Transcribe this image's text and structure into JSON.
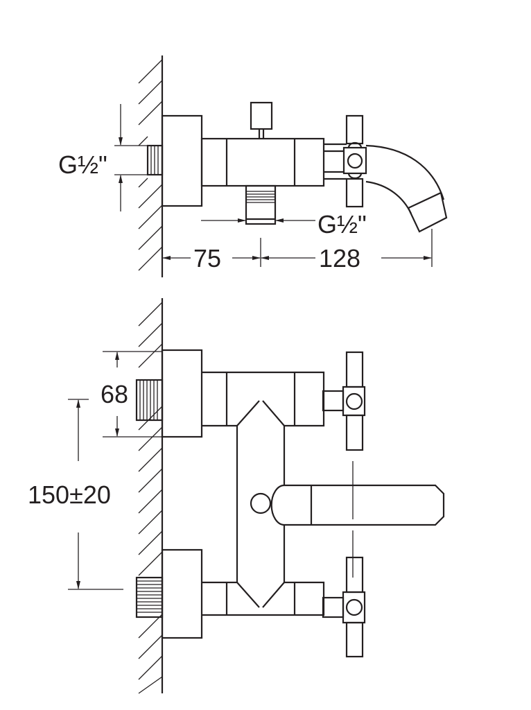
{
  "drawing": {
    "top_view": {
      "inlet_thread_label": "G½\"",
      "outlet_thread_label": "G½\"",
      "dim_wall_to_outlet": "75",
      "dim_outlet_to_spout": "128"
    },
    "front_view": {
      "dim_plate_height": "68",
      "dim_inlet_spacing": "150±20"
    },
    "line_color": "#231f20"
  }
}
